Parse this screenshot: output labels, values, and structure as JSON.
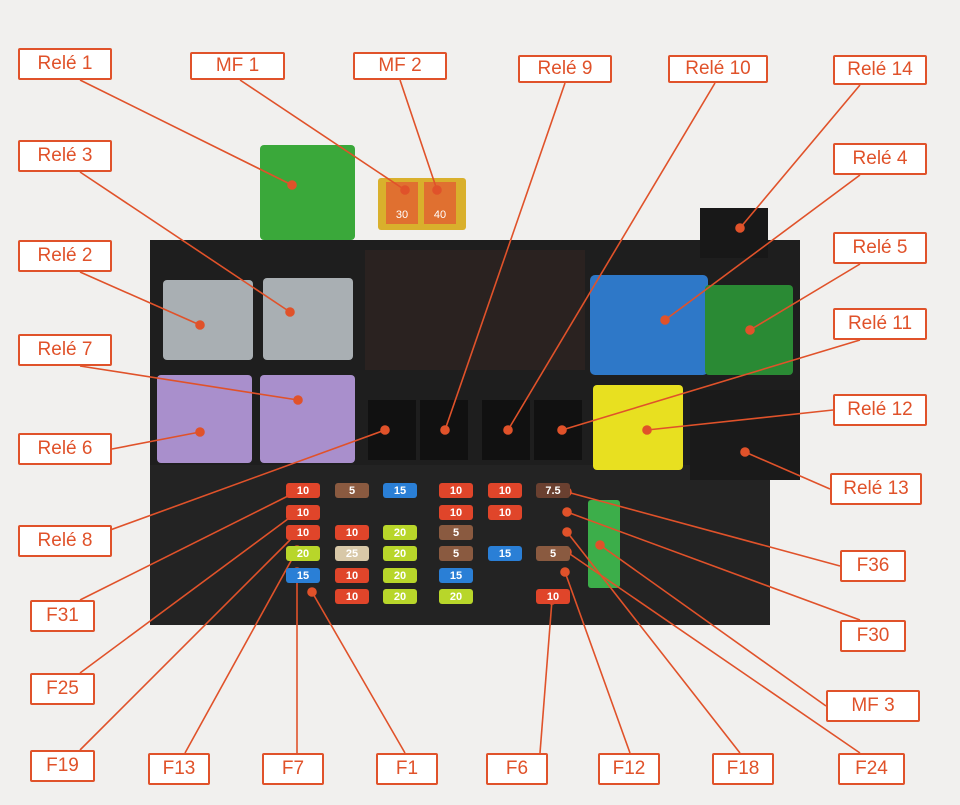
{
  "labels": {
    "rele1": "Relé 1",
    "mf1": "MF 1",
    "mf2": "MF 2",
    "rele9": "Relé 9",
    "rele10": "Relé 10",
    "rele14": "Relé 14",
    "rele3": "Relé 3",
    "rele4": "Relé 4",
    "rele2": "Relé 2",
    "rele5": "Relé 5",
    "rele11": "Relé 11",
    "rele7": "Relé 7",
    "rele12": "Relé 12",
    "rele6": "Relé 6",
    "rele13": "Relé 13",
    "rele8": "Relé 8",
    "f36": "F36",
    "f31": "F31",
    "f30": "F30",
    "f25": "F25",
    "mf3": "MF 3",
    "f19": "F19",
    "f13": "F13",
    "f7": "F7",
    "f1": "F1",
    "f6": "F6",
    "f12": "F12",
    "f18": "F18",
    "f24": "F24"
  },
  "maxi_fuses": {
    "mf1": "30",
    "mf2": "40"
  },
  "fuses": [
    {
      "col": 0,
      "row": 0,
      "rating": "10",
      "color": "#e0452a"
    },
    {
      "col": 0,
      "row": 1,
      "rating": "10",
      "color": "#e0452a"
    },
    {
      "col": 0,
      "row": 2,
      "rating": "10",
      "color": "#e0452a"
    },
    {
      "col": 0,
      "row": 3,
      "rating": "20",
      "color": "#b8d62a"
    },
    {
      "col": 0,
      "row": 4,
      "rating": "15",
      "color": "#2a7fd6"
    },
    {
      "col": 1,
      "row": 0,
      "rating": "5",
      "color": "#8a5a40"
    },
    {
      "col": 1,
      "row": 2,
      "rating": "10",
      "color": "#e0452a"
    },
    {
      "col": 1,
      "row": 3,
      "rating": "25",
      "color": "#d8c8a8"
    },
    {
      "col": 1,
      "row": 4,
      "rating": "10",
      "color": "#e0452a"
    },
    {
      "col": 1,
      "row": 5,
      "rating": "10",
      "color": "#e0452a"
    },
    {
      "col": 2,
      "row": 0,
      "rating": "15",
      "color": "#2a7fd6"
    },
    {
      "col": 2,
      "row": 2,
      "rating": "20",
      "color": "#b8d62a"
    },
    {
      "col": 2,
      "row": 3,
      "rating": "20",
      "color": "#b8d62a"
    },
    {
      "col": 2,
      "row": 4,
      "rating": "20",
      "color": "#b8d62a"
    },
    {
      "col": 2,
      "row": 5,
      "rating": "20",
      "color": "#b8d62a"
    },
    {
      "col": 3,
      "row": 0,
      "rating": "10",
      "color": "#e0452a"
    },
    {
      "col": 3,
      "row": 1,
      "rating": "10",
      "color": "#e0452a"
    },
    {
      "col": 3,
      "row": 2,
      "rating": "5",
      "color": "#8a5a40"
    },
    {
      "col": 3,
      "row": 3,
      "rating": "5",
      "color": "#8a5a40"
    },
    {
      "col": 3,
      "row": 4,
      "rating": "15",
      "color": "#2a7fd6"
    },
    {
      "col": 3,
      "row": 5,
      "rating": "20",
      "color": "#b8d62a"
    },
    {
      "col": 4,
      "row": 0,
      "rating": "10",
      "color": "#e0452a"
    },
    {
      "col": 4,
      "row": 1,
      "rating": "10",
      "color": "#e0452a"
    },
    {
      "col": 4,
      "row": 3,
      "rating": "15",
      "color": "#2a7fd6"
    },
    {
      "col": 5,
      "row": 0,
      "rating": "7.5",
      "color": "#6a4030"
    },
    {
      "col": 5,
      "row": 3,
      "rating": "5",
      "color": "#8a5a40"
    },
    {
      "col": 5,
      "row": 5,
      "rating": "10",
      "color": "#e0452a"
    }
  ]
}
